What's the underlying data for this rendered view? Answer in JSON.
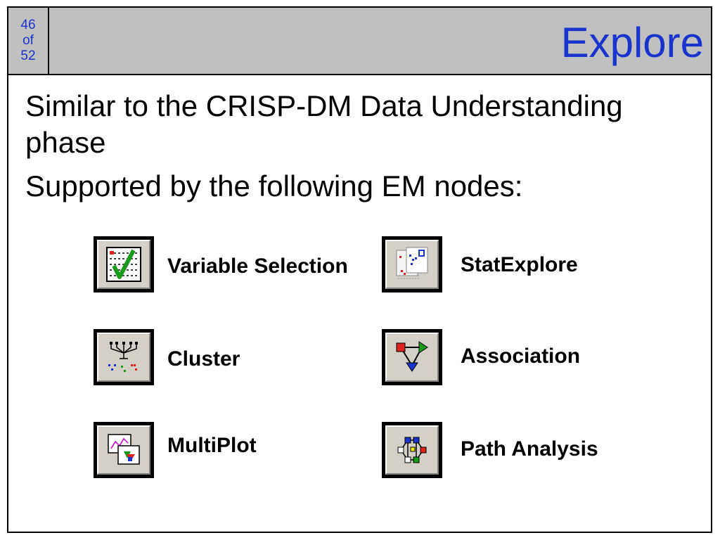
{
  "page_number": {
    "current": "46",
    "of": "of",
    "total": "52"
  },
  "title": "Explore",
  "bullets": [
    "Similar to the CRISP-DM Data Understanding phase",
    "Supported by the following EM nodes:"
  ],
  "nodes": [
    {
      "label": "Variable Selection",
      "icon": "variable-selection-icon"
    },
    {
      "label": "StatExplore",
      "icon": "statexplore-icon"
    },
    {
      "label": "Cluster",
      "icon": "cluster-icon"
    },
    {
      "label": "Association",
      "icon": "association-icon"
    },
    {
      "label": "MultiPlot",
      "icon": "multiplot-icon"
    },
    {
      "label": "Path Analysis",
      "icon": "path-analysis-icon"
    }
  ],
  "colors": {
    "title": "#1a33cc",
    "header_bg": "#c0c0c0",
    "icon_bg": "#d4d0c8"
  }
}
